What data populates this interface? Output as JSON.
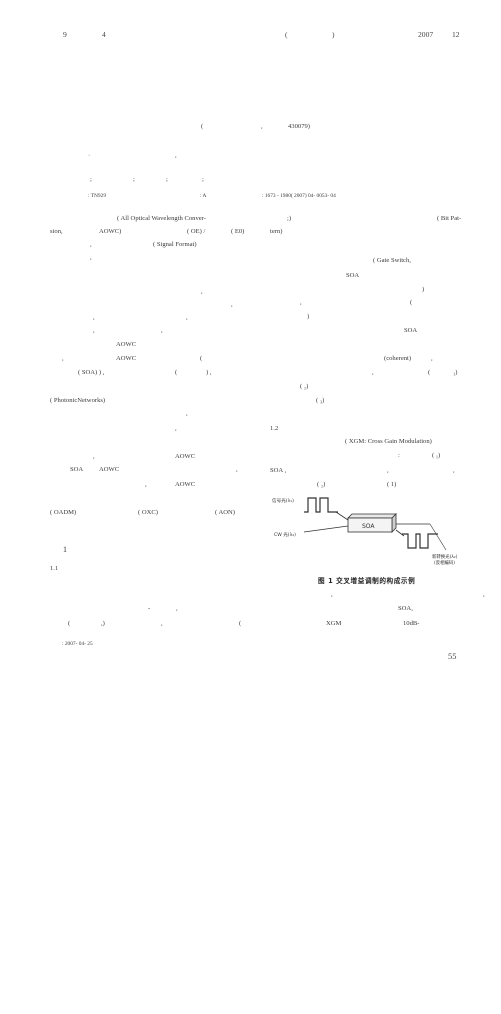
{
  "header": {
    "volume": "9",
    "issue": "4",
    "paren_open": "(",
    "paren_close": ")",
    "year": "2007",
    "month": "12"
  },
  "affiliation": {
    "open": "(",
    "comma": ",",
    "code": "430079)"
  },
  "keywords": {
    "mark": "·",
    "comma": ","
  },
  "keyword_marks": {
    "a": ";",
    "b": ";",
    "c": ";",
    "d": ";"
  },
  "classification": {
    "clc": ": TN929",
    "doc_code": ": A",
    "article_id": ": 1673 - 1980( 2007) 04- 0053- 04"
  },
  "left_column": {
    "l1": "( All Optical Wavelength Conver-",
    "l2a": "sion,",
    "l2b": "AOWC)",
    "l2c": "( OE) /",
    "l2d": "( E0)",
    "l3a": ",",
    "l3b": "( Signal Format)",
    "l4": ",",
    "l5": ",",
    "l6": ",",
    "l7a": ",",
    "l7b": ",",
    "l8": "AOWC",
    "l9a": ",",
    "l9b": "AOWC",
    "l9c": "(",
    "l10a": "( SOA) ) ,",
    "l10b": "(",
    "l10c": ") ,",
    "l11": "( PhotonicNetworks)",
    "l12": ",",
    "l13": ",",
    "l14a": ",",
    "l14b": "AOWC",
    "l15a": "SOA",
    "l15b": "AOWC",
    "l15c": ",",
    "l16a": ",",
    "l16b": "AOWC",
    "l17a": "( OADM)",
    "l17b": "( OXC)",
    "l17c": "( AON)",
    "sec1": "1",
    "sec11": "1.1",
    "l18a": "-",
    "l18b": ",",
    "l19a": "(",
    "l19b": ",)",
    "l19c": ",",
    "l19d": "(",
    "received": ": 2007- 04- 25"
  },
  "right_column": {
    "r1": ";)",
    "r1b": "( Bit Pat-",
    "r2": "tern)",
    "r3": "( Gate Switch,",
    "r4": "SOA",
    "r5": ")",
    "r6a": ",",
    "r6b": "(",
    "r7": ")",
    "r8": "SOA",
    "r9a": "(coherent)",
    "r9b": ",",
    "r10a": ",",
    "r10b": "(",
    "r10c": "₁)",
    "r11": "(     ₂)",
    "r12": "(     ₃)",
    "sec12": "1.2",
    "r13": "( XGM: Cross Gain Modulation)",
    "r14a": ":",
    "r14b": "(   ₁)",
    "r15a": "SOA   ,",
    "r15b": ",",
    "r15c": ",",
    "r16a": "(   ₂)",
    "r16b": "(     1)",
    "r17a": ",",
    "r17b": ",",
    "r18": "SOA,",
    "r19a": "XGM",
    "r19b": "10dB-"
  },
  "figure": {
    "signal_label": "信号光(λ₁)",
    "cw_label": "CW 光(λ₂)",
    "soa_label": "SOA",
    "output_label_1": "新转换光(λ₂)",
    "output_label_2": "(反相编码)",
    "caption": "图 1  交叉增益调制的构成示例"
  },
  "page_number": "55"
}
